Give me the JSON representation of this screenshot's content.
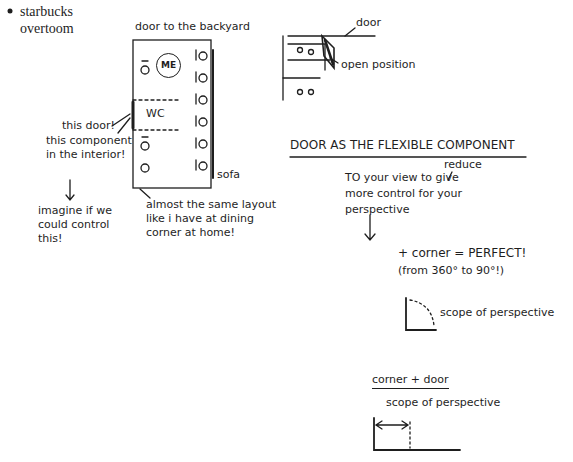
{
  "diagram": {
    "title": "starbucks overtoom",
    "nodes": [
      {
        "text": [
          "door to the backyard"
        ]
      },
      {
        "text": [
          "ME"
        ],
        "in": 0
      }
    ],
    "labels": [
      "this door!",
      "this component in the interior!",
      "imagine if we could control this!",
      "almost the same layout like i have at dining corner at home!",
      "WC",
      "sofa",
      "door",
      "open position",
      "DOOR AS THE FLEXIBLE COMPONENT",
      "reduce",
      "TO your view to give more control for your perspective",
      "+ corner = PERFECT!",
      "(from 360° to 90°!)",
      "scope of perspective",
      "corner + door",
      "scope of perspective"
    ]
  }
}
